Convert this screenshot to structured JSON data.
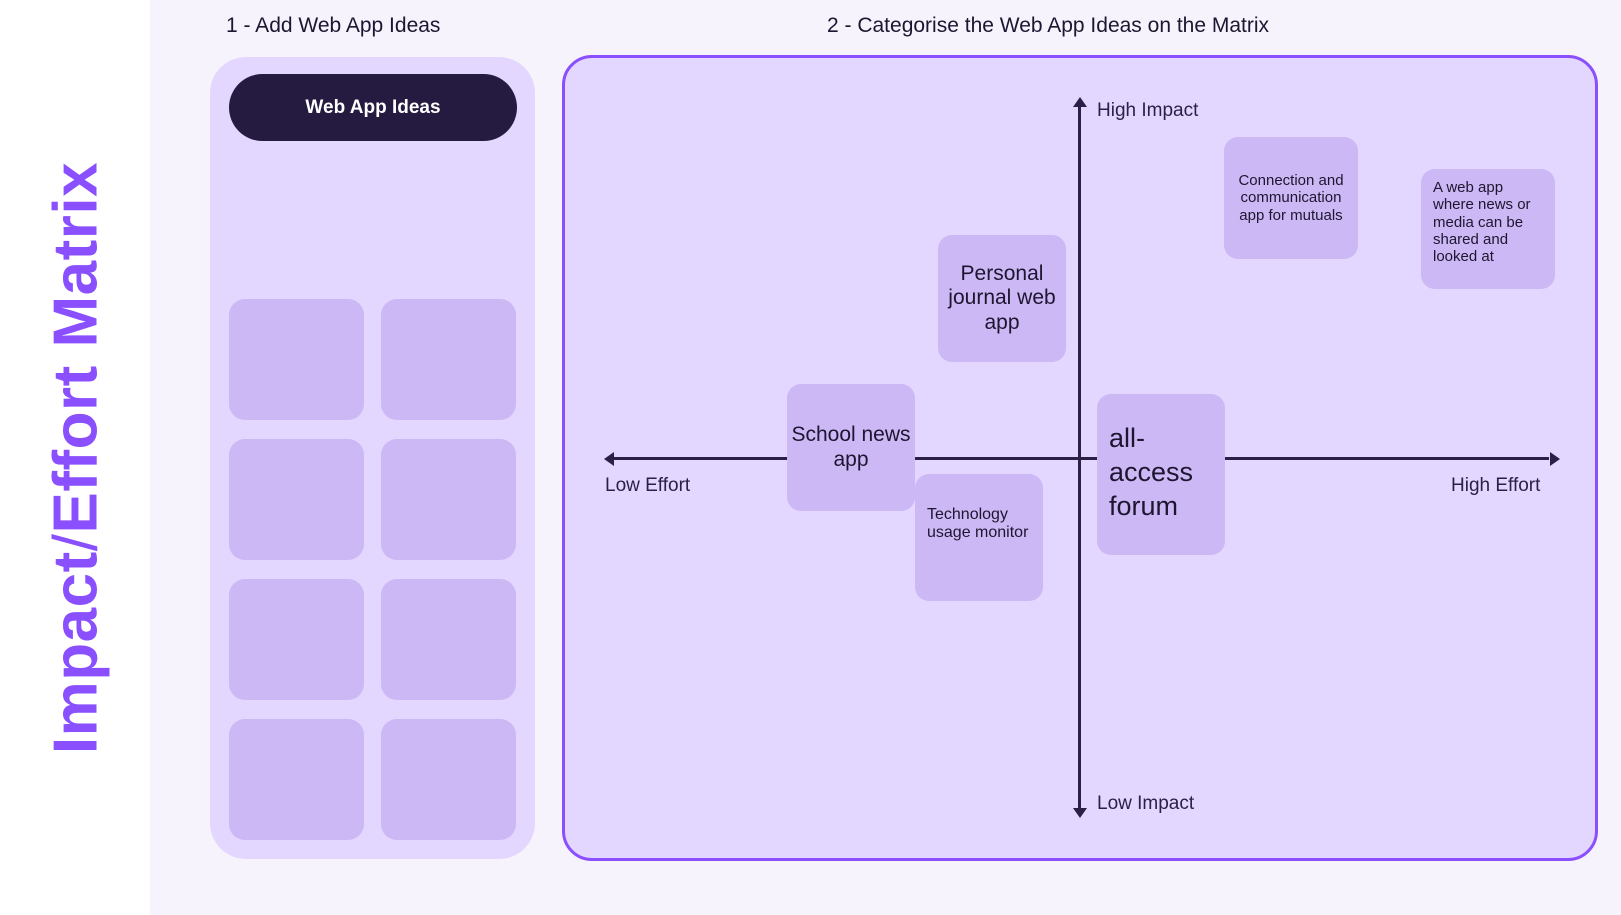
{
  "page": {
    "vertical_title": {
      "part1": "Impact",
      "slash": "/",
      "part2": "Effort Matrix"
    },
    "colors": {
      "accent": "#8a4fff",
      "panel": "#e3d6ff",
      "note": "#cbb8f5",
      "pill": "#251a3f",
      "board_bg": "#f6f3fd"
    }
  },
  "sections": {
    "step1_label": "1 - Add Web App Ideas",
    "step2_label": "2 - Categorise the Web App Ideas on the Matrix"
  },
  "ideas_column": {
    "header_label": "Web App Ideas",
    "empty_slot_count": 8
  },
  "matrix": {
    "axis_labels": {
      "high_impact": "High Impact",
      "low_impact": "Low Impact",
      "low_effort": "Low Effort",
      "high_effort": "High Effort"
    },
    "notes": [
      "Personal journal web app",
      "School news app",
      "Technology usage monitor",
      "all-access forum",
      "Connection and communication app for mutuals",
      "A web app where news or media can be shared and looked at"
    ]
  }
}
